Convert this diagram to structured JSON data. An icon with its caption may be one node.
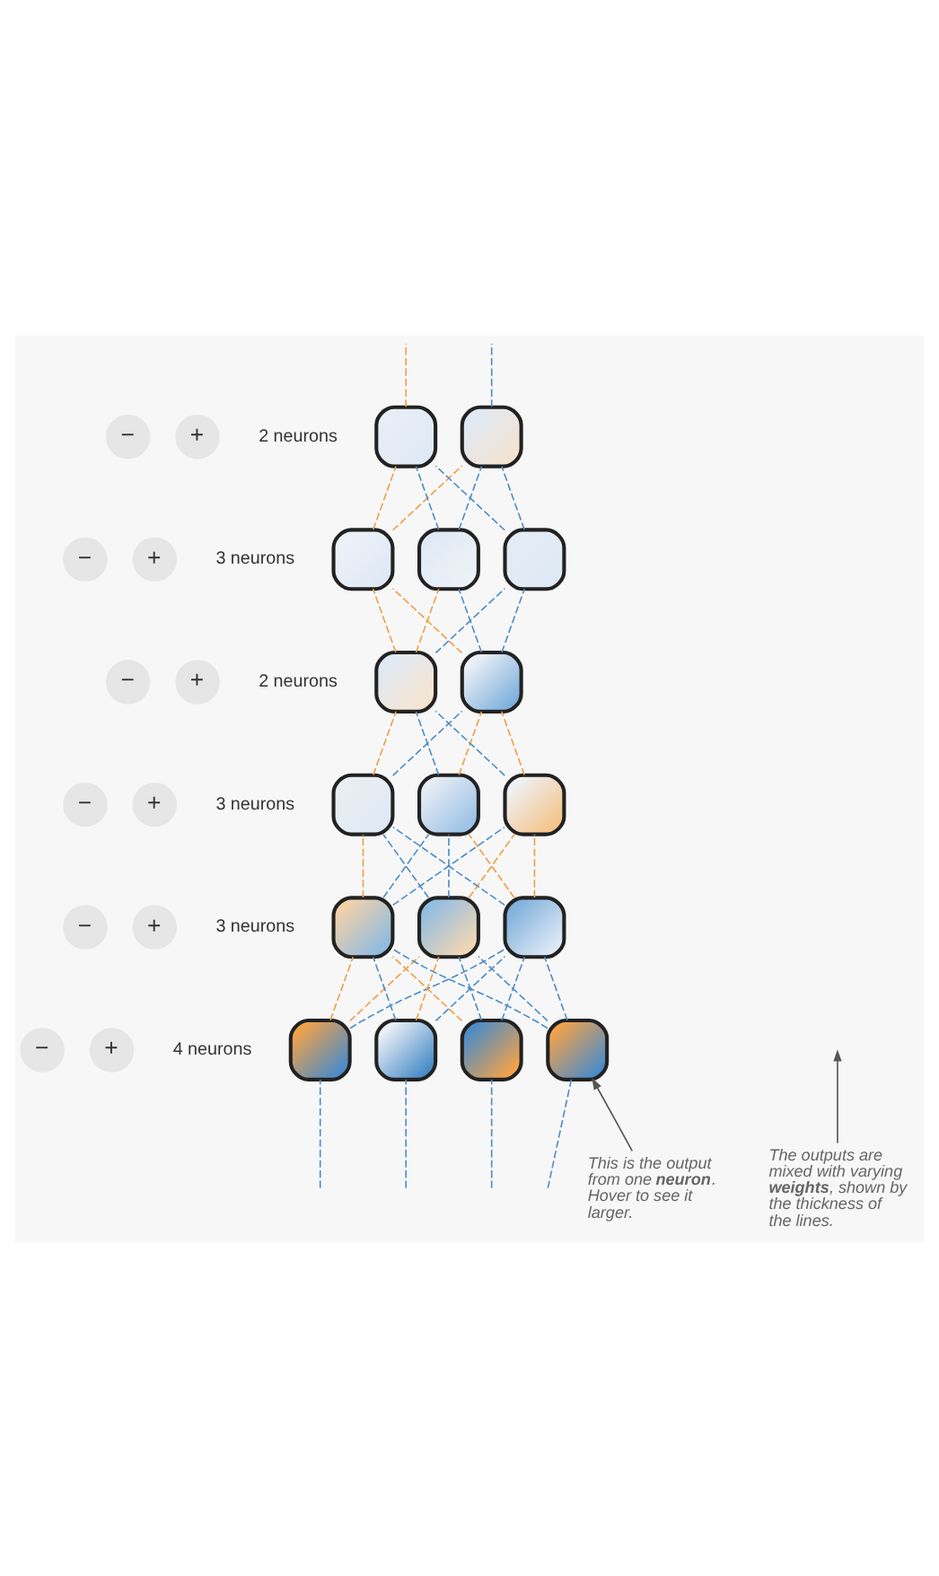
{
  "diagram": {
    "nodes": [
      {
        "text": [
          "−"
        ]
      },
      {
        "text": [
          "+"
        ],
        "beside": [
          "2 neurons"
        ]
      },
      {
        "text": [],
        "shape": "box"
      },
      {
        "text": [],
        "shape": "box"
      },
      {
        "text": [
          "−"
        ]
      },
      {
        "text": [
          "+"
        ],
        "beside": [
          "3 neurons"
        ]
      },
      {
        "text": [],
        "shape": "box"
      },
      {
        "text": [],
        "shape": "box"
      },
      {
        "text": [],
        "shape": "box"
      },
      {
        "text": [
          "−"
        ]
      },
      {
        "text": [
          "+"
        ],
        "beside": [
          "2 neurons"
        ]
      },
      {
        "text": [],
        "shape": "box"
      },
      {
        "text": [],
        "shape": "box"
      },
      {
        "text": [
          "−"
        ]
      },
      {
        "text": [
          "+"
        ],
        "beside": [
          "3 neurons"
        ]
      },
      {
        "text": [],
        "shape": "box"
      },
      {
        "text": [],
        "shape": "box"
      },
      {
        "text": [],
        "shape": "box"
      },
      {
        "text": [
          "−"
        ]
      },
      {
        "text": [
          "+"
        ],
        "beside": [
          "3 neurons"
        ]
      },
      {
        "text": [],
        "shape": "box"
      },
      {
        "text": [],
        "shape": "box"
      },
      {
        "text": [],
        "shape": "box"
      },
      {
        "text": [
          "−"
        ]
      },
      {
        "text": [
          "+"
        ],
        "beside": [
          "4 neurons"
        ]
      },
      {
        "text": [],
        "shape": "box"
      },
      {
        "text": [],
        "shape": "box"
      },
      {
        "text": [],
        "shape": "box"
      },
      {
        "text": [],
        "shape": "box"
      },
      {
        "text": [
          "The outputs are mixed with varying **weights**, shown by the thickness of the lines."
        ]
      },
      {
        "text": [
          "This is the output from one **neuron**. Hover to see it larger."
        ]
      }
    ],
    "edges": [
      {
        "from": null,
        "to": 25,
        "arrow": "none",
        "style": "dashed",
        "color": "#4f8fc9"
      },
      {
        "from": null,
        "to": 26,
        "arrow": "none",
        "style": "dashed",
        "color": "#4f8fc9"
      },
      {
        "from": null,
        "to": 27,
        "arrow": "none",
        "style": "dashed",
        "color": "#4f8fc9"
      },
      {
        "from": null,
        "to": 28,
        "arrow": "none",
        "style": "dashed",
        "color": "#4f8fc9"
      },
      {
        "from": 25,
        "to": 20,
        "arrow": "none",
        "style": "dashed",
        "color": "#f0a04a"
      },
      {
        "from": 25,
        "to": 21,
        "arrow": "none",
        "style": "dashed",
        "color": "#f0a04a"
      },
      {
        "from": 25,
        "to": 22,
        "arrow": "none",
        "style": "dashed",
        "color": "#4f8fc9"
      },
      {
        "from": 26,
        "to": 20,
        "arrow": "none",
        "style": "dashed",
        "color": "#4f8fc9"
      },
      {
        "from": 26,
        "to": 21,
        "arrow": "none",
        "style": "dashed",
        "color": "#f0a04a"
      },
      {
        "from": 26,
        "to": 22,
        "arrow": "none",
        "style": "dashed",
        "color": "#4f8fc9"
      },
      {
        "from": 27,
        "to": 20,
        "arrow": "none",
        "style": "dashed",
        "color": "#f0a04a"
      },
      {
        "from": 27,
        "to": 21,
        "arrow": "none",
        "style": "dashed",
        "color": "#4f8fc9"
      },
      {
        "from": 27,
        "to": 22,
        "arrow": "none",
        "style": "dashed",
        "color": "#4f8fc9"
      },
      {
        "from": 28,
        "to": 20,
        "arrow": "none",
        "style": "dashed",
        "color": "#4f8fc9"
      },
      {
        "from": 28,
        "to": 21,
        "arrow": "none",
        "style": "dashed",
        "color": "#4f8fc9"
      },
      {
        "from": 28,
        "to": 22,
        "arrow": "none",
        "style": "dashed",
        "color": "#4f8fc9"
      },
      {
        "from": 20,
        "to": 15,
        "arrow": "none",
        "style": "dashed",
        "color": "#f0a04a"
      },
      {
        "from": 20,
        "to": 16,
        "arrow": "none",
        "style": "dashed",
        "color": "#4f8fc9"
      },
      {
        "from": 20,
        "to": 17,
        "arrow": "none",
        "style": "dashed",
        "color": "#4f8fc9"
      },
      {
        "from": 21,
        "to": 15,
        "arrow": "none",
        "style": "dashed",
        "color": "#4f8fc9"
      },
      {
        "from": 21,
        "to": 16,
        "arrow": "none",
        "style": "dashed",
        "color": "#4f8fc9"
      },
      {
        "from": 21,
        "to": 17,
        "arrow": "none",
        "style": "dashed",
        "color": "#f0a04a"
      },
      {
        "from": 22,
        "to": 15,
        "arrow": "none",
        "style": "dashed",
        "color": "#4f8fc9"
      },
      {
        "from": 22,
        "to": 16,
        "arrow": "none",
        "style": "dashed",
        "color": "#f0a04a"
      },
      {
        "from": 22,
        "to": 17,
        "arrow": "none",
        "style": "dashed",
        "color": "#f0a04a"
      },
      {
        "from": 15,
        "to": 11,
        "arrow": "none",
        "style": "dashed",
        "color": "#f0a04a"
      },
      {
        "from": 15,
        "to": 12,
        "arrow": "none",
        "style": "dashed",
        "color": "#4f8fc9"
      },
      {
        "from": 16,
        "to": 11,
        "arrow": "none",
        "style": "dashed",
        "color": "#4f8fc9"
      },
      {
        "from": 16,
        "to": 12,
        "arrow": "none",
        "style": "dashed",
        "color": "#f0a04a"
      },
      {
        "from": 17,
        "to": 11,
        "arrow": "none",
        "style": "dashed",
        "color": "#4f8fc9"
      },
      {
        "from": 17,
        "to": 12,
        "arrow": "none",
        "style": "dashed",
        "color": "#f0a04a"
      },
      {
        "from": 11,
        "to": 6,
        "arrow": "none",
        "style": "dashed",
        "color": "#f0a04a"
      },
      {
        "from": 11,
        "to": 7,
        "arrow": "none",
        "style": "dashed",
        "color": "#f0a04a"
      },
      {
        "from": 11,
        "to": 8,
        "arrow": "none",
        "style": "dashed",
        "color": "#4f8fc9"
      },
      {
        "from": 12,
        "to": 6,
        "arrow": "none",
        "style": "dashed",
        "color": "#f0a04a"
      },
      {
        "from": 12,
        "to": 7,
        "arrow": "none",
        "style": "dashed",
        "color": "#4f8fc9"
      },
      {
        "from": 12,
        "to": 8,
        "arrow": "none",
        "style": "dashed",
        "color": "#4f8fc9"
      },
      {
        "from": 6,
        "to": 2,
        "arrow": "none",
        "style": "dashed",
        "color": "#f0a04a"
      },
      {
        "from": 6,
        "to": 3,
        "arrow": "none",
        "style": "dashed",
        "color": "#f0a04a"
      },
      {
        "from": 7,
        "to": 2,
        "arrow": "none",
        "style": "dashed",
        "color": "#4f8fc9"
      },
      {
        "from": 7,
        "to": 3,
        "arrow": "none",
        "style": "dashed",
        "color": "#4f8fc9"
      },
      {
        "from": 8,
        "to": 2,
        "arrow": "none",
        "style": "dashed",
        "color": "#4f8fc9"
      },
      {
        "from": 8,
        "to": 3,
        "arrow": "none",
        "style": "dashed",
        "color": "#4f8fc9"
      },
      {
        "from": 2,
        "to": null,
        "arrow": "none",
        "style": "dashed",
        "color": "#f0a04a"
      },
      {
        "from": 3,
        "to": null,
        "arrow": "none",
        "style": "dashed",
        "color": "#4f8fc9"
      },
      {
        "from": 29,
        "to": null,
        "arrow": "to",
        "color": "#555555"
      },
      {
        "from": 30,
        "to": 28,
        "arrow": "to",
        "color": "#555555"
      }
    ]
  }
}
